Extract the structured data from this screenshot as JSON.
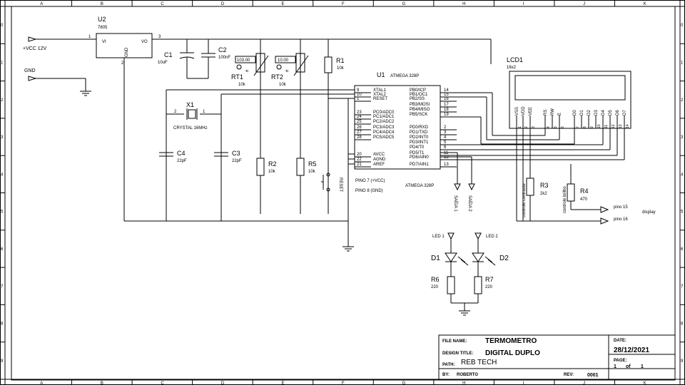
{
  "border": {
    "cols": [
      "A",
      "B",
      "C",
      "D",
      "E",
      "F",
      "G",
      "H",
      "I",
      "J",
      "K"
    ],
    "rows": [
      "0",
      "1",
      "2",
      "3",
      "4",
      "5",
      "6",
      "7",
      "8",
      "9"
    ]
  },
  "power": {
    "vcc": "+VCC 12V",
    "gnd": "GND"
  },
  "u2": {
    "ref": "U2",
    "value": "7805",
    "vi": "VI",
    "vo": "VO",
    "gnd": "GND",
    "pin1": "1",
    "pin2": "2",
    "pin3": "3"
  },
  "c1": {
    "ref": "C1",
    "value": "10uF"
  },
  "c2": {
    "ref": "C2",
    "value": "100nF"
  },
  "rt1": {
    "ref": "RT1",
    "value": "10k",
    "display": "103.00",
    "temp": "-tc"
  },
  "rt2": {
    "ref": "RT2",
    "value": "10k",
    "display": "10.00",
    "temp": "-tc"
  },
  "r1": {
    "ref": "R1",
    "value": "10k"
  },
  "x1": {
    "ref": "X1",
    "value": "CRYSTAL 16MHz",
    "pin1": "1",
    "pin2": "2"
  },
  "c3": {
    "ref": "C3",
    "value": "22pF"
  },
  "c4": {
    "ref": "C4",
    "value": "22pF"
  },
  "r2": {
    "ref": "R2",
    "value": "10k"
  },
  "r5": {
    "ref": "R5",
    "value": "10k"
  },
  "reset_btn": "RESET",
  "u1": {
    "ref": "U1",
    "value": "ATMEGA 328P",
    "bottom_value": "ATMEGA 328P",
    "left_pins": [
      {
        "num": "9",
        "name": "XTAL1"
      },
      {
        "num": "10",
        "name": "XTAL2"
      },
      {
        "num": "1",
        "name": "RESET"
      },
      {
        "num": "23",
        "name": "PC0/ADC0"
      },
      {
        "num": "24",
        "name": "PC1/ADC1"
      },
      {
        "num": "25",
        "name": "PC2/ADC2"
      },
      {
        "num": "26",
        "name": "PC3/ADC3"
      },
      {
        "num": "27",
        "name": "PC4/ADC4"
      },
      {
        "num": "28",
        "name": "PC5/ADC5"
      },
      {
        "num": "20",
        "name": "AVCC"
      },
      {
        "num": "22",
        "name": "AGND"
      },
      {
        "num": "21",
        "name": "AREF"
      }
    ],
    "right_pins": [
      {
        "num": "14",
        "name": "PB0/ICP"
      },
      {
        "num": "15",
        "name": "PB1/OC1"
      },
      {
        "num": "16",
        "name": "PB2/SS"
      },
      {
        "num": "17",
        "name": "PB3/MOSI"
      },
      {
        "num": "18",
        "name": "PB4/MISO"
      },
      {
        "num": "19",
        "name": "PB5/SCK"
      },
      {
        "num": "2",
        "name": "PD0/RXD"
      },
      {
        "num": "3",
        "name": "PD1/TXD"
      },
      {
        "num": "4",
        "name": "PD2/INT0"
      },
      {
        "num": "5",
        "name": "PD3/INT1"
      },
      {
        "num": "6",
        "name": "PD4/T0"
      },
      {
        "num": "11",
        "name": "PD5/T1"
      },
      {
        "num": "12",
        "name": "PD6/AIN0"
      },
      {
        "num": "13",
        "name": "PD7/AIN1"
      }
    ],
    "note1": "PINO 7 (+VCC)",
    "note2": "PINO 8 (GND)"
  },
  "saida1": "SAÍDA 1",
  "saida2": "SAÍDA 2",
  "lcd": {
    "ref": "LCD1",
    "value": "16x2",
    "pins": [
      "VSS",
      "VDD",
      "VEE",
      "RS",
      "RW",
      "E",
      "D0",
      "D1",
      "D2",
      "D3",
      "D4",
      "D5",
      "D6",
      "D7"
    ],
    "pin_nums": [
      "1",
      "2",
      "3",
      "4",
      "5",
      "6",
      "7",
      "8",
      "9",
      "10",
      "11",
      "12",
      "13",
      "14"
    ]
  },
  "r3": {
    "ref": "R3",
    "value": "2k2",
    "label": "controle contraste"
  },
  "r4": {
    "ref": "R4",
    "value": "470",
    "label": "controle brilho"
  },
  "pino15": "pino 15",
  "pino16": "pino 16",
  "display": "display",
  "led1": {
    "label": "LED 1",
    "ref": "D1"
  },
  "led2": {
    "label": "LED 2",
    "ref": "D2"
  },
  "r6": {
    "ref": "R6",
    "value": "220"
  },
  "r7": {
    "ref": "R7",
    "value": "220"
  },
  "title_block": {
    "file_name_label": "FILE NAME:",
    "file_name": "TERMOMETRO",
    "design_title_label": "DESIGN TITLE:",
    "design_title": "DIGITAL DUPLO",
    "path_label": "PATH:",
    "path": "REB TECH",
    "by_label": "BY:",
    "by": "ROBERTO",
    "rev_label": "REV:",
    "rev": "0001",
    "date_label": "DATE:",
    "date": "28/12/2021",
    "page_label": "PAGE:",
    "page": "1",
    "of": "of",
    "total": "1"
  }
}
